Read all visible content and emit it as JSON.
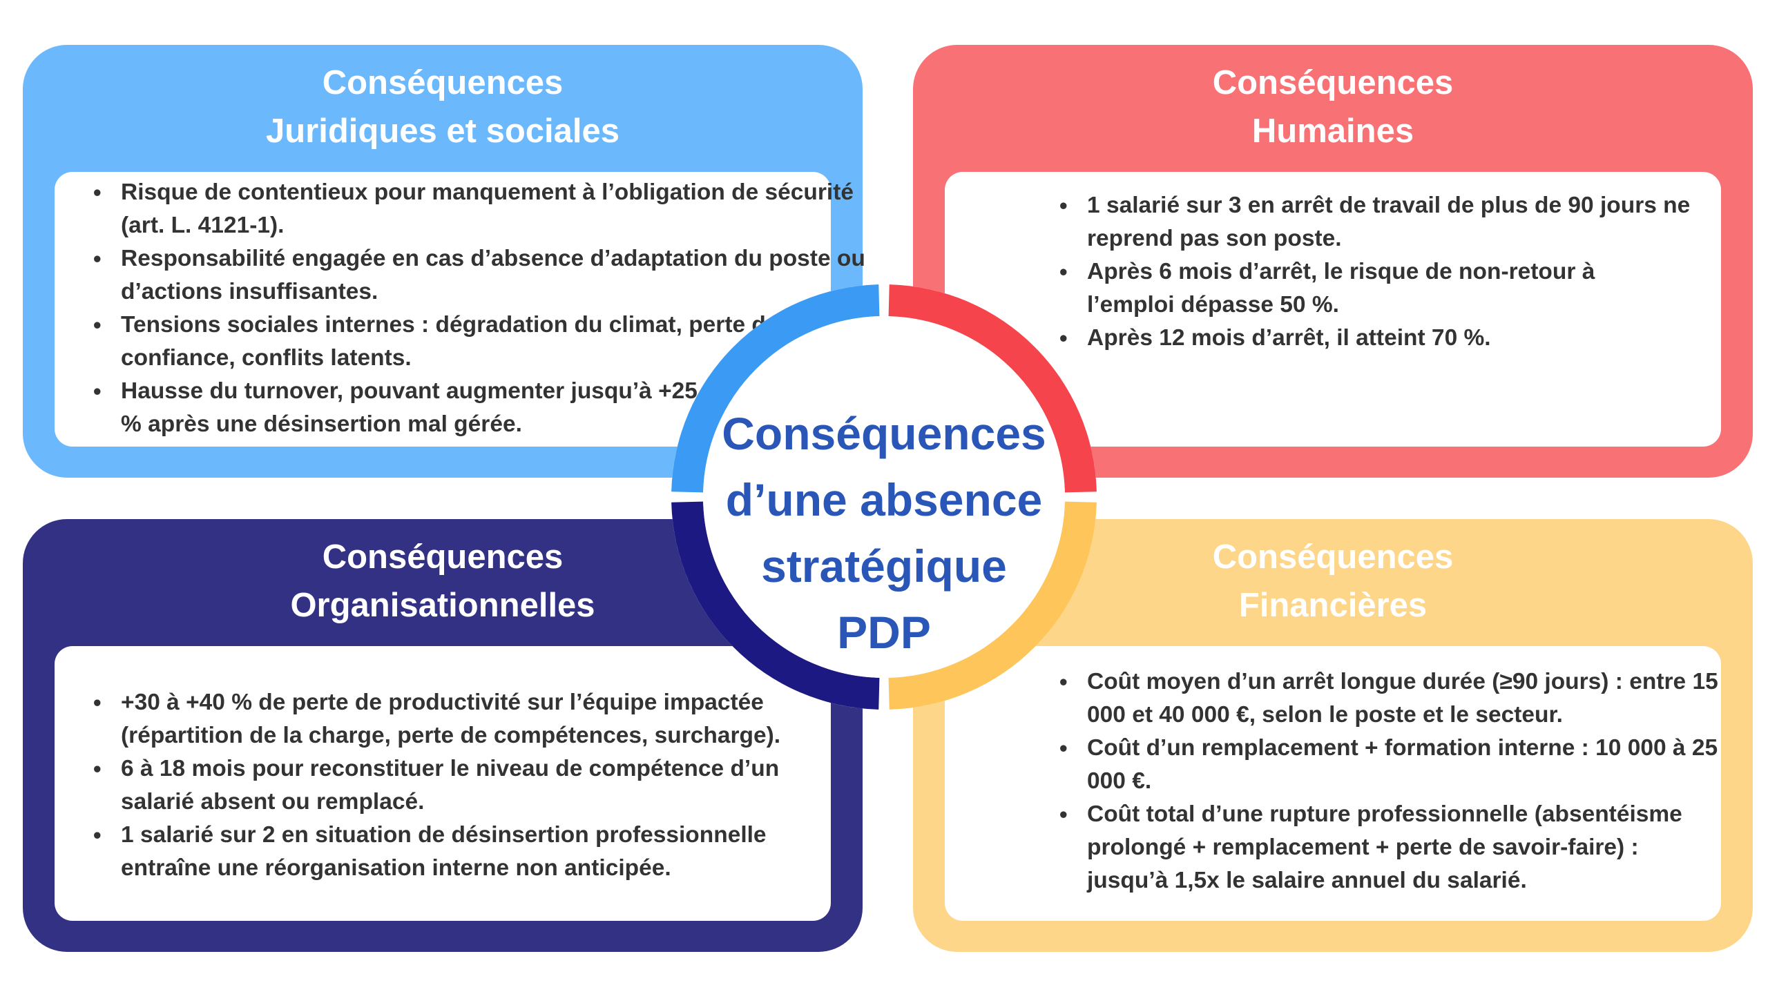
{
  "center": {
    "lines": [
      "Conséquences",
      "d’une absence",
      "stratégique",
      "PDP"
    ]
  },
  "colors": {
    "juridiques_bg": "#6bb9fc",
    "juridiques_ring": "#3b9bf4",
    "humaines_bg": "#f87175",
    "humaines_ring": "#f6444d",
    "organisationnelles_bg": "#323183",
    "organisationnelles_ring": "#1c1a82",
    "financieres_bg": "#fed68a",
    "financieres_ring": "#fec55a",
    "center_text": "#2a56b8",
    "body_text": "#333333"
  },
  "quadrants": {
    "juridiques": {
      "title_line1": "Conséquences",
      "title_line2": "Juridiques et sociales",
      "items": [
        "Risque de contentieux pour manquement à l’obligation de sécurité (art. L. 4121-1).",
        "Responsabilité engagée en cas d’absence d’adaptation du poste ou d’actions insuffisantes.",
        "Tensions sociales internes : dégradation du climat, perte de confiance, conflits latents.",
        "Hausse du turnover, pouvant augmenter jusqu’à +25 % après une désinsertion mal gérée."
      ]
    },
    "humaines": {
      "title_line1": "Conséquences",
      "title_line2": "Humaines",
      "items": [
        "1 salarié sur 3 en arrêt de travail de plus de 90 jours ne reprend pas son poste.",
        "Après 6 mois d’arrêt, le risque de non-retour à l’emploi dépasse 50 %.",
        "Après 12 mois d’arrêt, il atteint 70 %."
      ]
    },
    "organisationnelles": {
      "title_line1": "Conséquences",
      "title_line2": "Organisationnelles",
      "items": [
        "+30 à +40 % de perte de productivité sur l’équipe impactée (répartition de la charge, perte de compétences, surcharge).",
        "6 à 18 mois pour reconstituer  le niveau de compétence d’un salarié absent ou remplacé.",
        "1 salarié sur 2 en situation de désinsertion professionnelle entraîne une réorganisation interne non anticipée."
      ]
    },
    "financieres": {
      "title_line1": "Conséquences",
      "title_line2": "Financières",
      "items": [
        "Coût moyen d’un arrêt longue durée (≥90 jours) : entre 15 000 et 40 000 €, selon le poste et le secteur.",
        "Coût d’un remplacement + formation interne : 10 000 à 25 000 €.",
        "Coût total d’une rupture professionnelle (absentéisme prolongé + remplacement + perte de savoir-faire) : jusqu’à 1,5x le salaire annuel du salarié."
      ]
    }
  }
}
